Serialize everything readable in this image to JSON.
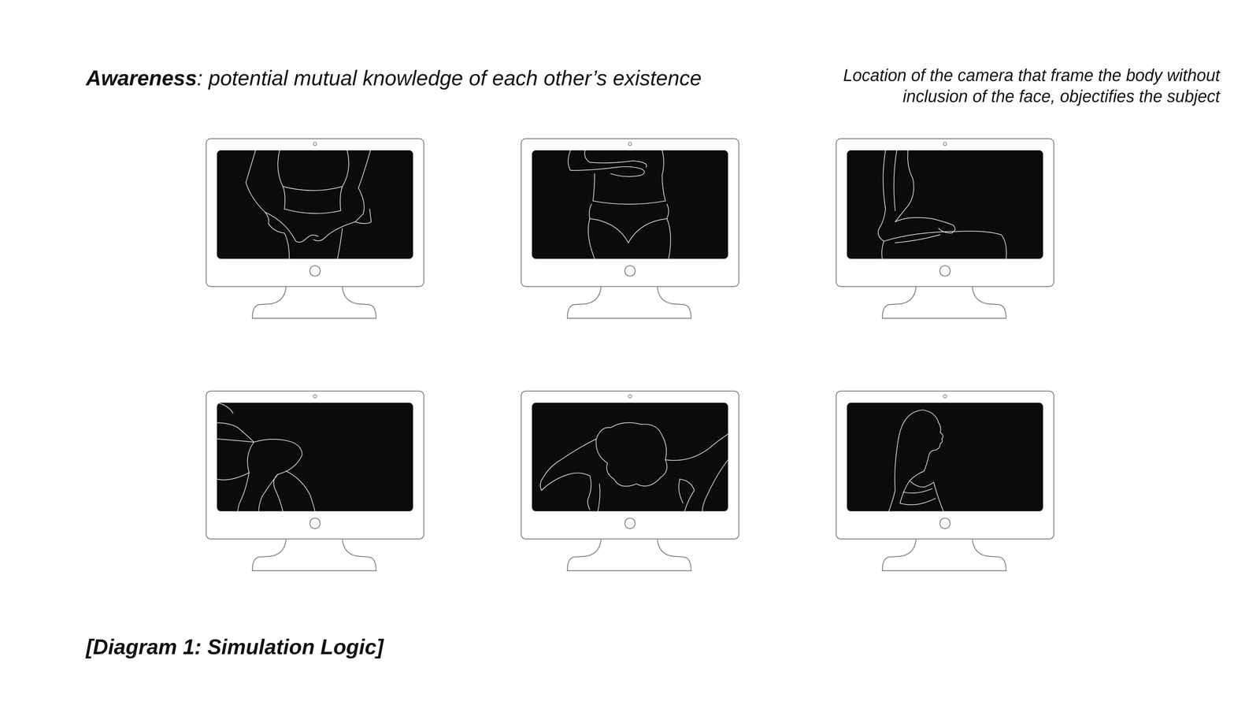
{
  "diagram": {
    "title": "Awareness",
    "caption": "[Diagram 1: Simulation Logic]",
    "labels": [
      ": potential mutual knowledge of each other’s existence",
      "Location of the camera that frame the body without inclusion of the face, objectifies the subject"
    ]
  }
}
